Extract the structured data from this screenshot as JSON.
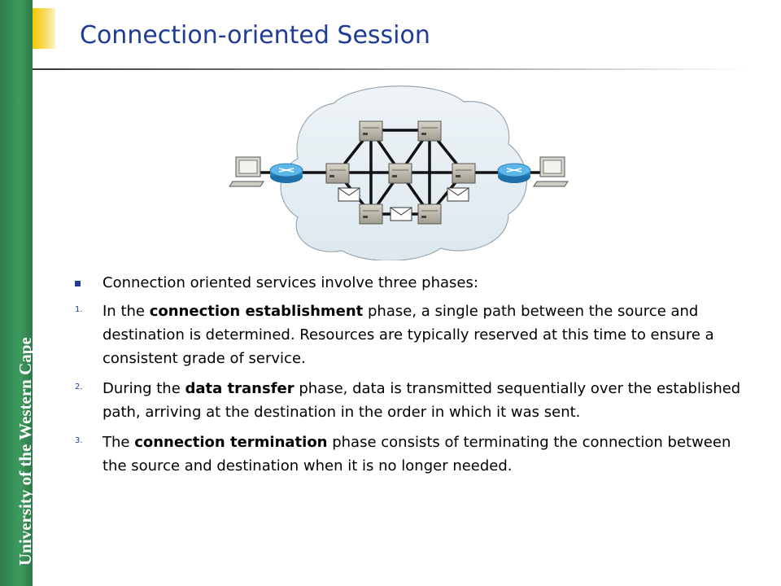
{
  "sidebar": {
    "text": "University of the Western Cape"
  },
  "page": {
    "title": "Connection-oriented Session"
  },
  "intro": "Connection oriented services involve three phases:",
  "steps": [
    {
      "num": "1.",
      "pre": "In the ",
      "bold": "connection establishment",
      "post": " phase, a single path between the source and destination is determined. Resources are typically reserved at this time to ensure a consistent grade of service."
    },
    {
      "num": "2.",
      "pre": "During the ",
      "bold": "data transfer",
      "post": " phase, data is transmitted sequentially over the established path, arriving at the destination in the order in which it was sent."
    },
    {
      "num": "3.",
      "pre": "The ",
      "bold": "connection termination",
      "post": " phase consists of terminating the connection between the source and destination when it is no longer needed."
    }
  ],
  "colors": {
    "sidebar_green": "#3d9b5f",
    "title_blue": "#1f3c99",
    "accent_yellow": "#f4c800"
  }
}
